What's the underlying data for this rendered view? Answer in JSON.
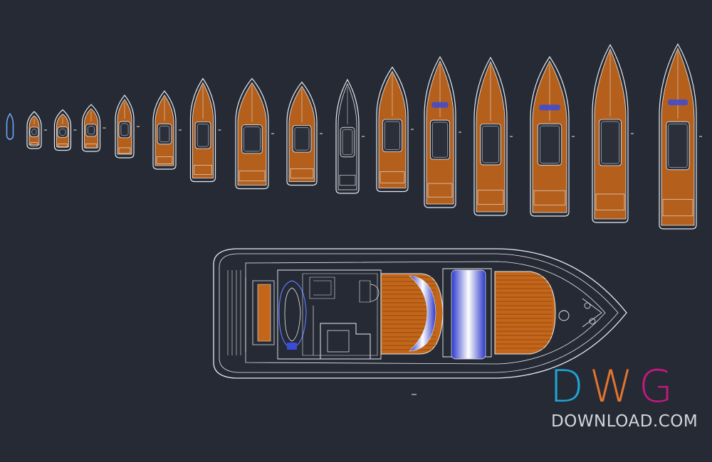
{
  "drawing": {
    "background": "#252a34",
    "line_color": "#e8ecf2",
    "deck_color": "#c4661a",
    "accent_blue": "#3b4ad9",
    "small_boat_count": 16
  },
  "watermark": {
    "letters": [
      "D",
      "W",
      "G"
    ],
    "letter_colors": [
      "#1fa4d6",
      "#e2742e",
      "#c2187e"
    ],
    "subtitle": "DOWNLOAD.COM"
  }
}
